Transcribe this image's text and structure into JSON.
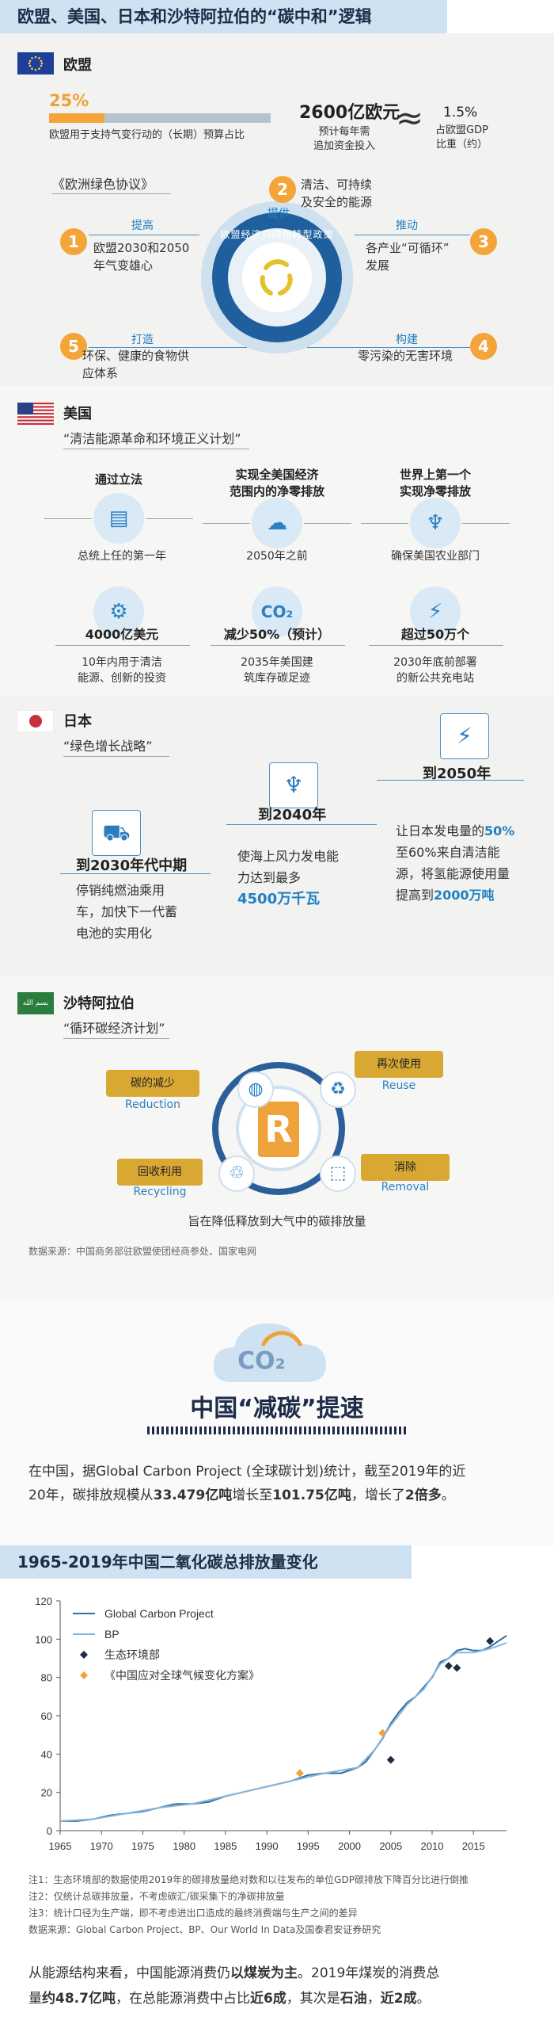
{
  "header": {
    "title": "欧盟、美国、日本和沙特阿拉伯的“碳中和”逻辑"
  },
  "eu": {
    "flag_label": "欧盟",
    "country": "欧盟",
    "pct": "25%",
    "pct_fill": 0.25,
    "pct_desc": "欧盟用于支持气变行动的（长期）预算占比",
    "amount": "2600亿欧元",
    "amount_desc1": "预计每年需",
    "amount_desc2": "追加资金投入",
    "approx": "≈",
    "gdp": "1.5%",
    "gdp_desc1": "占欧盟GDP",
    "gdp_desc2": "比重（约）",
    "plan": "《欧洲绿色协议》",
    "center_ring": "欧盟经济向绿色转型政策框架",
    "items": [
      {
        "num": "1",
        "verb": "提高",
        "text1": "欧盟2030和2050",
        "text2": "年气变雄心"
      },
      {
        "num": "2",
        "verb": "提供",
        "text1": "清洁、可持续",
        "text2": "及安全的能源"
      },
      {
        "num": "3",
        "verb": "推动",
        "text1": "各产业“可循环”",
        "text2": "发展"
      },
      {
        "num": "4",
        "verb": "构建",
        "text1": "零污染的无害环境",
        "text2": ""
      },
      {
        "num": "5",
        "verb": "打造",
        "text1": "环保、健康的食物供",
        "text2": "应体系"
      }
    ]
  },
  "us": {
    "country": "美国",
    "plan": "“清洁能源革命和环境正义计划”",
    "row1": [
      {
        "head1": "通过立法",
        "head2": "",
        "icon": "document-icon",
        "desc1": "总统上任的第一年",
        "desc2": ""
      },
      {
        "head1": "实现全美国经济",
        "head2": "范围内的净零排放",
        "icon": "cloud-icon",
        "desc1": "2050年之前",
        "desc2": ""
      },
      {
        "head1": "世界上第一个",
        "head2": "实现净零排放",
        "icon": "wheat-icon",
        "desc1": "确保美国农业部门",
        "desc2": ""
      }
    ],
    "row2": [
      {
        "icon": "energy-grid-icon",
        "head": "4000亿美元",
        "desc1": "10年内用于清洁",
        "desc2": "能源、创新的投资"
      },
      {
        "icon": "co2-icon",
        "head": "减少50%（预计）",
        "desc1": "2035年美国建",
        "desc2": "筑库存碳足迹"
      },
      {
        "icon": "charging-station-icon",
        "head": "超过50万个",
        "desc1": "2030年底前部署",
        "desc2": "的新公共充电站"
      }
    ]
  },
  "japan": {
    "country": "日本",
    "plan": "“绿色增长战略”",
    "steps": [
      {
        "title": "到2030年代中期",
        "lines": [
          "停销纯燃油乘用",
          "车，加快下一代蓄",
          "电池的实用化"
        ]
      },
      {
        "title": "到2040年",
        "lines": [
          "使海上风力发电能",
          "力达到最多"
        ],
        "highlight": "4500万千瓦"
      },
      {
        "title": "到2050年",
        "lines": [
          "让日本发电量的",
          "至60%来自清洁能",
          "源，将氢能源使用量",
          "提高到"
        ],
        "hl1": "50%",
        "hl2": "2000万吨"
      }
    ]
  },
  "saudi": {
    "country": "沙特阿拉伯",
    "flag_text": "بسم الله",
    "plan": "“循环碳经济计划”",
    "center": "R",
    "items": [
      {
        "cn": "碳的减少",
        "en": "Reduction"
      },
      {
        "cn": "再次使用",
        "en": "Reuse"
      },
      {
        "cn": "回收利用",
        "en": "Recycling"
      },
      {
        "cn": "消除",
        "en": "Removal"
      }
    ],
    "caption": "旨在降低释放到大气中的碳排放量"
  },
  "source1": "数据来源：中国商务部驻欧盟使团经商参处、国家电网",
  "china": {
    "co2_icon": "CO₂",
    "title": "中国“减碳”提速",
    "p1": "在中国，据Global Carbon Project (全球碳计划)统计，截至2019年的近",
    "p2_a": "20年，碳排放规模从",
    "p2_b": "33.479亿吨",
    "p2_c": "增长至",
    "p2_d": "101.75亿吨",
    "p2_e": "，增长了",
    "p2_f": "2倍多",
    "p2_g": "。"
  },
  "chart_title": "1965-2019年中国二氧化碳总排放量变化",
  "chart_data": {
    "type": "line",
    "title": "1965-2019年中国二氧化碳总排放量变化",
    "xlim": [
      1965,
      2019
    ],
    "ylim": [
      0,
      120
    ],
    "yticks": [
      0,
      20,
      40,
      60,
      80,
      100,
      120
    ],
    "xticks": [
      1965,
      1970,
      1975,
      1980,
      1985,
      1990,
      1995,
      2000,
      2005,
      2010,
      2015
    ],
    "legend": [
      "Global Carbon Project",
      "BP",
      "生态环境部",
      "《中国应对全球气候变化方案》"
    ],
    "series": [
      {
        "name": "Global Carbon Project",
        "color": "#2f6f9f",
        "x": [
          1965,
          1967,
          1969,
          1971,
          1973,
          1975,
          1977,
          1979,
          1981,
          1983,
          1985,
          1987,
          1989,
          1991,
          1993,
          1995,
          1997,
          1999,
          2001,
          2002,
          2003,
          2004,
          2005,
          2006,
          2007,
          2008,
          2009,
          2010,
          2011,
          2012,
          2013,
          2014,
          2015,
          2016,
          2017,
          2018,
          2019
        ],
        "y": [
          5,
          5,
          6,
          8,
          9,
          10,
          12,
          14,
          14,
          15,
          18,
          20,
          22,
          24,
          26,
          29,
          30,
          30,
          33,
          36,
          42,
          48,
          56,
          62,
          67,
          70,
          75,
          80,
          88,
          90,
          94,
          95,
          94,
          94,
          96,
          99,
          101.8
        ]
      },
      {
        "name": "BP",
        "color": "#86b6dd",
        "x": [
          1965,
          1969,
          1973,
          1977,
          1981,
          1985,
          1989,
          1993,
          1997,
          2001,
          2003,
          2005,
          2007,
          2009,
          2011,
          2013,
          2015,
          2017,
          2019
        ],
        "y": [
          5,
          6,
          9,
          12,
          14,
          18,
          22,
          26,
          30,
          33,
          42,
          55,
          66,
          74,
          87,
          93,
          93,
          95,
          98
        ]
      },
      {
        "name": "生态环境部",
        "color": "#1e2c47",
        "marker": "diamond",
        "x": [
          2005,
          2012,
          2013,
          2017
        ],
        "y": [
          37,
          86,
          85,
          99
        ]
      },
      {
        "name": "《中国应对全球气候变化方案》",
        "color": "#f0a23a",
        "marker": "diamond",
        "x": [
          1994,
          2004
        ],
        "y": [
          30,
          51
        ]
      }
    ]
  },
  "notes": {
    "n1": "注1：生态环境部的数据使用2019年的碳排放量绝对数和以往发布的单位GDP碳排放下降百分比进行倒推",
    "n2": "注2：仅统计总碳排放量，不考虑碳汇/碳采集下的净碳排放量",
    "n3": "注3：统计口径为生产端，即不考虑进出口造成的最终消费端与生产之间的差异",
    "source": "数据来源：Global Carbon Project、BP、Our World In Data及国泰君安证券研究"
  },
  "bottom": {
    "a": "从能源结构来看，中国能源消费仍",
    "b": "以煤炭为主",
    "c": "。2019年煤炭的消费总",
    "d": "量",
    "e": "约48.7亿吨",
    "f": "，在总能源消费中占比",
    "g": "近6成",
    "h": "，其次是",
    "i": "石油",
    "j": "，",
    "k": "近2成",
    "l": "。"
  }
}
